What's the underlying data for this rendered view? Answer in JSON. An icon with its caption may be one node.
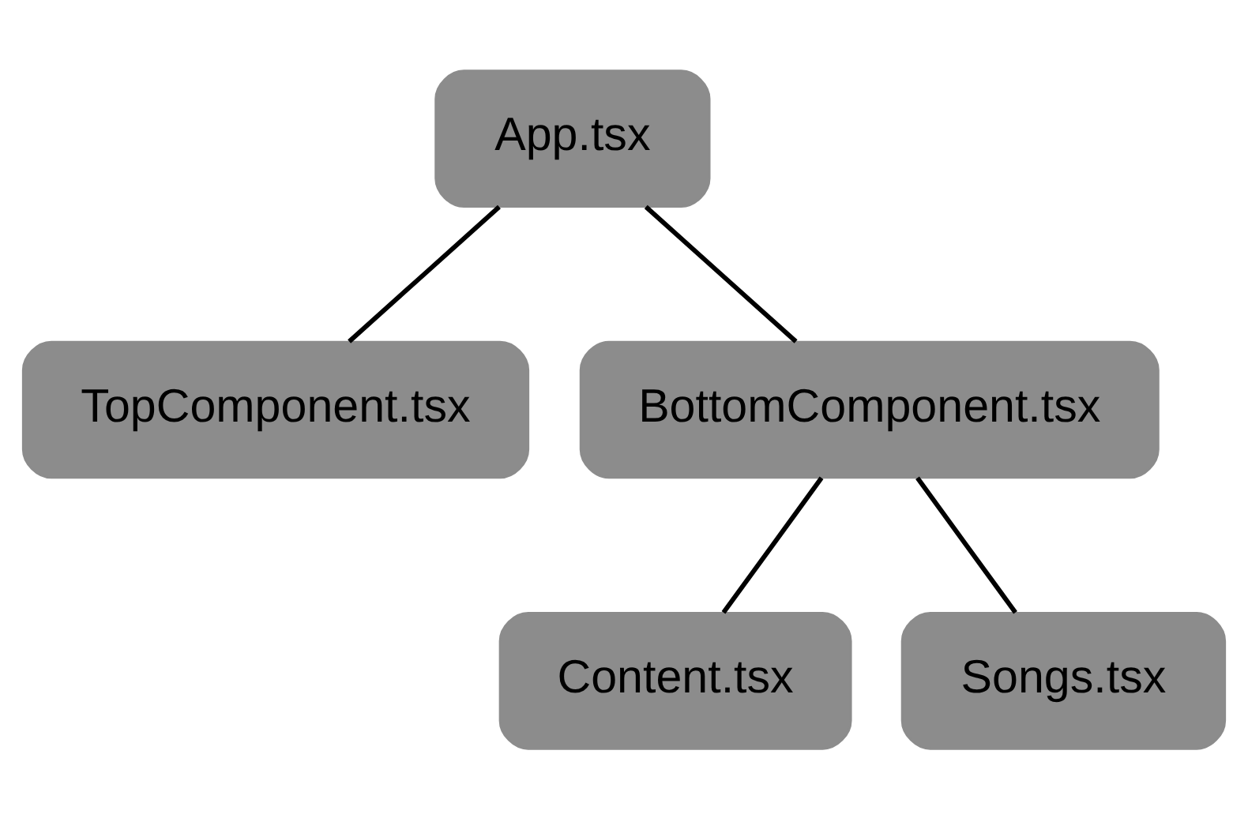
{
  "diagram": {
    "nodes": [
      {
        "text": [
          "App.tsx"
        ]
      },
      {
        "text": [
          "TopComponent.tsx"
        ]
      },
      {
        "text": [
          "BottomComponent.tsx"
        ]
      },
      {
        "text": [
          "Content.tsx"
        ]
      },
      {
        "text": [
          "Songs.tsx"
        ]
      }
    ],
    "edges": [
      {
        "from": 0,
        "to": 1,
        "arrow": "none"
      },
      {
        "from": 0,
        "to": 2,
        "arrow": "none"
      },
      {
        "from": 2,
        "to": 3,
        "arrow": "none"
      },
      {
        "from": 2,
        "to": 4,
        "arrow": "none"
      }
    ]
  }
}
